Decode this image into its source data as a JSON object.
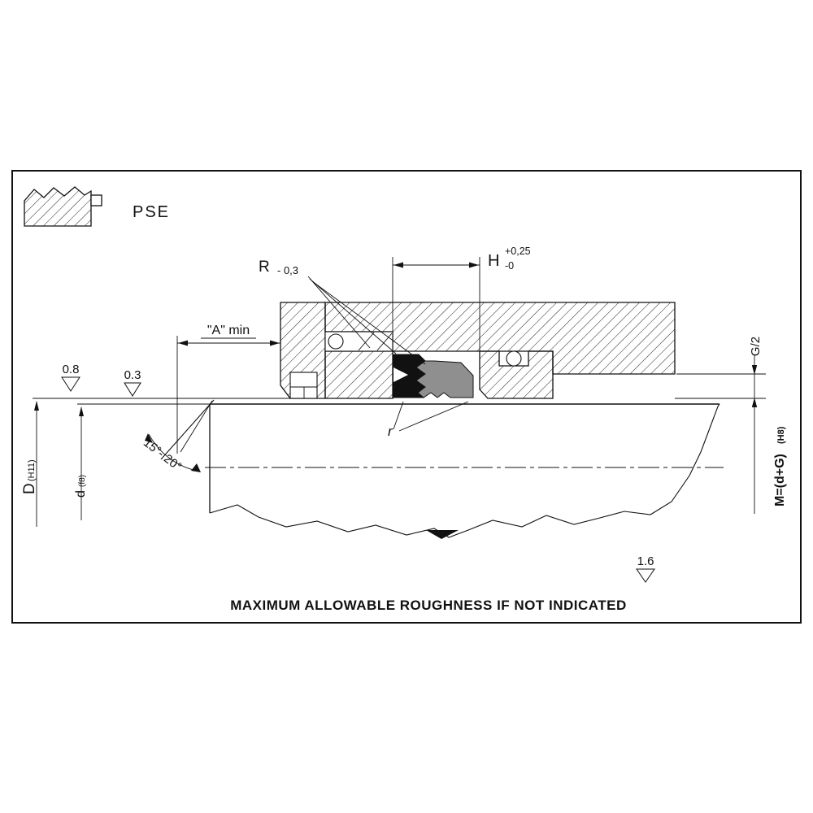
{
  "diagram": {
    "icon_label": "PSE",
    "footer_note": "MAXIMUM ALLOWABLE ROUGHNESS IF NOT INDICATED",
    "colors": {
      "background": "#ffffff",
      "lines": "#111111",
      "seal_elastomer": "#111111",
      "seal_slide_ring": "#8f8f8f"
    },
    "annotations": {
      "radius": {
        "label": "R",
        "tolerance": "- 0,3"
      },
      "groove_width": {
        "label": "H",
        "tol_upper": "+0,25",
        "tol_lower": "-0"
      },
      "lead_in_min": {
        "label": "\"A\" min"
      },
      "clearance_half": {
        "label": "G/2"
      },
      "bore_dia": {
        "label": "D",
        "fit": "(H11)"
      },
      "rod_dia": {
        "label": "d",
        "fit": "(f8)"
      },
      "groove_dia": {
        "label": "M=(d+G)",
        "fit": "(H8)"
      },
      "corner_radius": {
        "label": "r"
      },
      "chamfer_angle": {
        "label": "15°- 20°"
      },
      "roughness_bore": {
        "value": "0.8"
      },
      "roughness_chamfer": {
        "value": "0.3"
      },
      "roughness_general": {
        "value": "1.6"
      }
    }
  }
}
